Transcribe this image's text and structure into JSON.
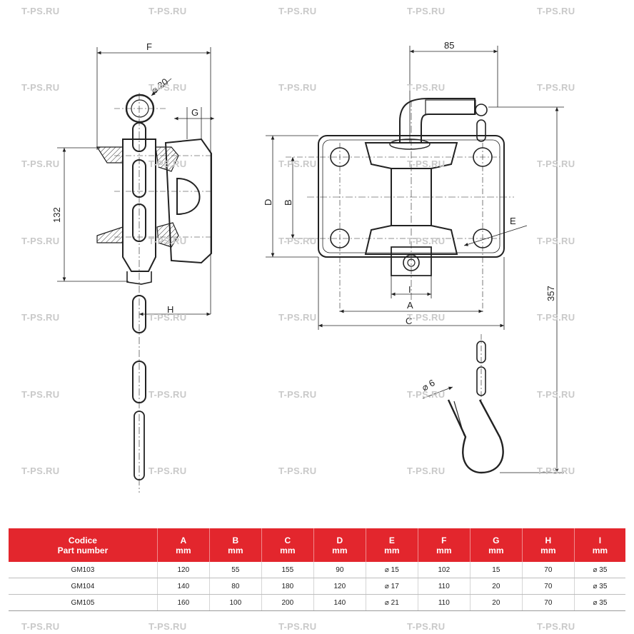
{
  "watermark": "T-PS.RU",
  "dimensions": {
    "F": "F",
    "G": "G",
    "H": "H",
    "D": "D",
    "B": "B",
    "A": "A",
    "C": "C",
    "E": "E",
    "I": "I",
    "h132": "132",
    "w85": "85",
    "h357": "357",
    "d20": "⌀ 20",
    "d6": "⌀ 6"
  },
  "table": {
    "headers": [
      {
        "label": "Codice",
        "unit": "Part number"
      },
      {
        "label": "A",
        "unit": "mm"
      },
      {
        "label": "B",
        "unit": "mm"
      },
      {
        "label": "C",
        "unit": "mm"
      },
      {
        "label": "D",
        "unit": "mm"
      },
      {
        "label": "E",
        "unit": "mm"
      },
      {
        "label": "F",
        "unit": "mm"
      },
      {
        "label": "G",
        "unit": "mm"
      },
      {
        "label": "H",
        "unit": "mm"
      },
      {
        "label": "I",
        "unit": "mm"
      }
    ],
    "rows": [
      [
        "GM103",
        "120",
        "55",
        "155",
        "90",
        "⌀ 15",
        "102",
        "15",
        "70",
        "⌀ 35"
      ],
      [
        "GM104",
        "140",
        "80",
        "180",
        "120",
        "⌀ 17",
        "110",
        "20",
        "70",
        "⌀ 35"
      ],
      [
        "GM105",
        "160",
        "100",
        "200",
        "140",
        "⌀ 21",
        "110",
        "20",
        "70",
        "⌀ 35"
      ]
    ]
  },
  "colors": {
    "accent": "#e3262d",
    "line": "#222222",
    "watermark": "#c9c9c9"
  }
}
